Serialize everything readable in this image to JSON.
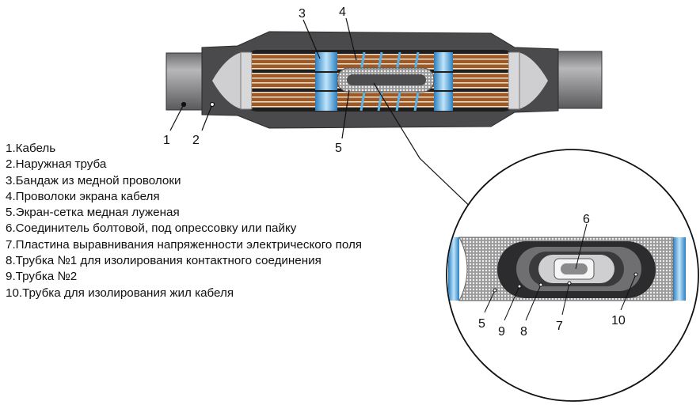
{
  "diagram": {
    "callouts_main": [
      "1",
      "2",
      "3",
      "4",
      "5"
    ],
    "callouts_detail": [
      "6",
      "5",
      "9",
      "8",
      "7",
      "10"
    ]
  },
  "legend": [
    "1.Кабель",
    "2.Наружная труба",
    "3.Бандаж из медной проволоки",
    "4.Проволоки экрана кабеля",
    "5.Экран-сетка медная луженая",
    "6.Соединитель болтовой, под опрессовку или пайку",
    "7.Пластина выравнивания напряженности электрического поля",
    "8.Трубка №1 для изолирования контактного соединения",
    "9.Трубка №2",
    "10.Трубка для изолирования жил кабеля"
  ],
  "colors": {
    "tube": "#4a4a4c",
    "cable": "#8a8a8c",
    "copper": "#a0632e",
    "bandage": "#4fa6dc",
    "mesh": "#c8c8c8"
  }
}
